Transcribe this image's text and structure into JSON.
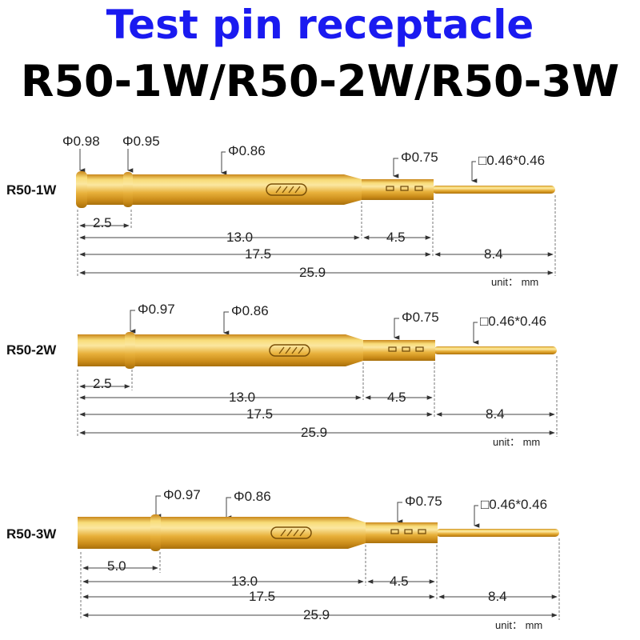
{
  "title": "Test pin receptacle",
  "subtitle": "R50-1W/R50-2W/R50-3W",
  "unit_label": "unit： mm",
  "colors": {
    "title": "#1a1af0",
    "gold_light": "#f6d36a",
    "gold_mid": "#e3a92b",
    "gold_dark": "#b7780f"
  },
  "pins": [
    {
      "model": "R50-1W",
      "head_dia": "Φ0.98",
      "collar_dia": "Φ0.95",
      "body_dia": "Φ0.86",
      "tip_dia": "Φ0.75",
      "wire": "□0.46*0.46",
      "collar_pos": "2.5",
      "body_len": "13.0",
      "tip_len": "4.5",
      "sleeve_len": "17.5",
      "wire_len": "8.4",
      "total_len": "25.9"
    },
    {
      "model": "R50-2W",
      "collar_dia": "Φ0.97",
      "body_dia": "Φ0.86",
      "tip_dia": "Φ0.75",
      "wire": "□0.46*0.46",
      "collar_pos": "2.5",
      "body_len": "13.0",
      "tip_len": "4.5",
      "sleeve_len": "17.5",
      "wire_len": "8.4",
      "total_len": "25.9"
    },
    {
      "model": "R50-3W",
      "collar_dia": "Φ0.97",
      "body_dia": "Φ0.86",
      "tip_dia": "Φ0.75",
      "wire": "□0.46*0.46",
      "collar_pos": "5.0",
      "body_len": "13.0",
      "tip_len": "4.5",
      "sleeve_len": "17.5",
      "wire_len": "8.4",
      "total_len": "25.9"
    }
  ]
}
